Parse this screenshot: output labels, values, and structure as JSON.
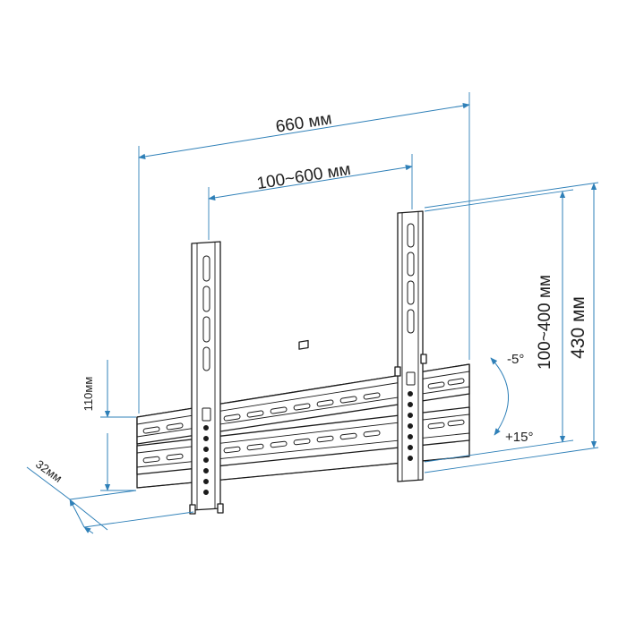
{
  "dimensions": {
    "total_width": "660 мм",
    "vesa_horizontal": "100~600 мм",
    "vesa_vertical": "100~400 мм",
    "total_height": "430 мм",
    "rail_height": "110мм",
    "depth": "32мм"
  },
  "tilt": {
    "up": "-5°",
    "down": "+15°"
  },
  "colors": {
    "dimension_line": "#2f80b8",
    "outline": "#1b1b1b"
  }
}
